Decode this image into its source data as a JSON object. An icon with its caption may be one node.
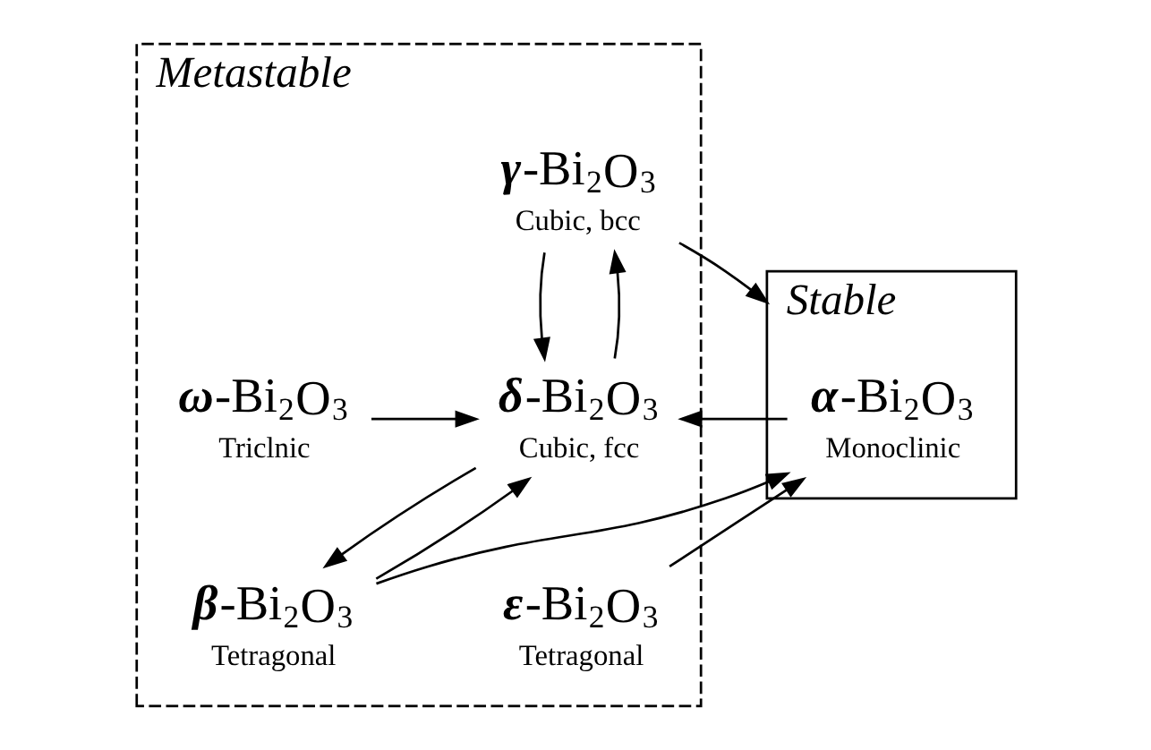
{
  "diagram": {
    "nodes": [
      {
        "text": [
          "Stable"
        ]
      },
      {
        "text": [
          "**α**-Bi$_{2}$O$_{3}$",
          "Monoclinic"
        ],
        "in": 0
      },
      {
        "text": [
          "Metastable"
        ]
      },
      {
        "text": [
          "**γ**-Bi$_{2}$O$_{3}$",
          "Cubic, bcc"
        ],
        "in": 2
      },
      {
        "text": [
          "**δ**-Bi$_{2}$O$_{3}$",
          "Cubic, fcc"
        ],
        "in": 2
      },
      {
        "text": [
          "**ω**-Bi$_{2}$O$_{3}$",
          "Triclnic"
        ],
        "in": 2
      },
      {
        "text": [
          "**ε**-Bi$_{2}$O$_{3}$",
          "Tetragonal"
        ],
        "in": 2
      },
      {
        "text": [
          "**β**-Bi$_{2}$O$_{3}$",
          "Tetragonal"
        ],
        "in": 2
      }
    ],
    "edges": [
      {
        "from": 3,
        "to": 0,
        "arrow": "to"
      },
      {
        "from": 3,
        "to": 4,
        "arrow": "to"
      },
      {
        "from": 4,
        "to": 3,
        "arrow": "to"
      },
      {
        "from": 1,
        "to": 4,
        "arrow": "to"
      },
      {
        "from": 5,
        "to": 4,
        "arrow": "to"
      },
      {
        "from": 4,
        "to": 7,
        "arrow": "to"
      },
      {
        "from": 7,
        "to": 4,
        "arrow": "to"
      },
      {
        "from": 6,
        "to": 1,
        "arrow": "to"
      },
      {
        "from": 7,
        "to": 1,
        "arrow": "to"
      }
    ]
  }
}
